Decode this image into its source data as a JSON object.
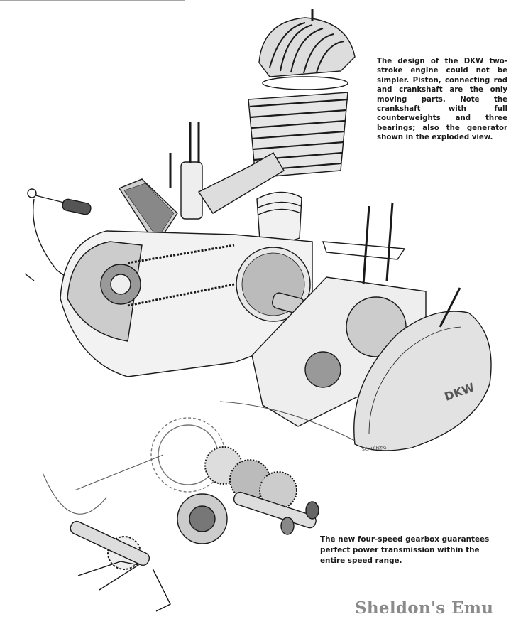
{
  "captions": {
    "engine": "The design of the DKW two-stroke engine could not be simpler. Piston, connecting rod and crankshaft are the only moving parts. Note the crankshaft with full counterweights and three bearings; also the generator shown in the exploded view.",
    "gearbox": "The new four-speed gearbox guarantees perfect power transmission within the entire speed range."
  },
  "illustration": {
    "cover_lettering": "DKW",
    "artist_signature": "SCHLENZIG"
  },
  "watermark": "Sheldon's Emu",
  "colors": {
    "ink": "#1a1a1a",
    "watermark": "#8a8a8a"
  }
}
